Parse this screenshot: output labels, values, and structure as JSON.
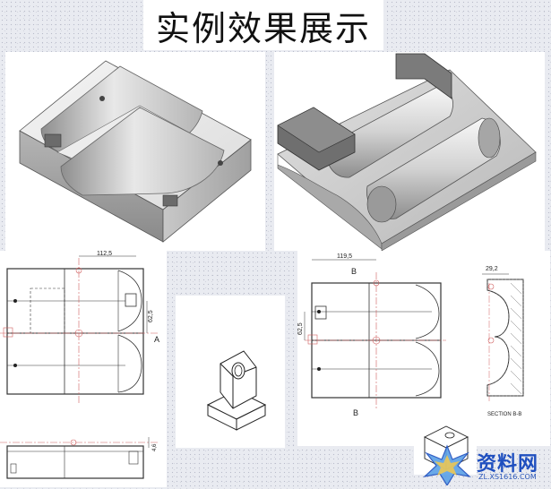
{
  "title": "实例效果展示",
  "drawing_left": {
    "dim_width": "112,5",
    "dim_height": "62,5",
    "section_mark": "A",
    "dim_depth": "4,6"
  },
  "drawing_right": {
    "dim_width": "119,5",
    "dim_height": "62,5",
    "section_mark_top": "B",
    "section_mark_bottom": "B",
    "dim_section": "29,2",
    "section_label": "SECTION B-B"
  },
  "watermark": {
    "name": "资料网",
    "url": "ZL.XS1616.COM"
  },
  "colors": {
    "background": "#e9ebf1",
    "line": "#333333",
    "centerline": "#d06060",
    "watermark": "#1f4fbf"
  }
}
